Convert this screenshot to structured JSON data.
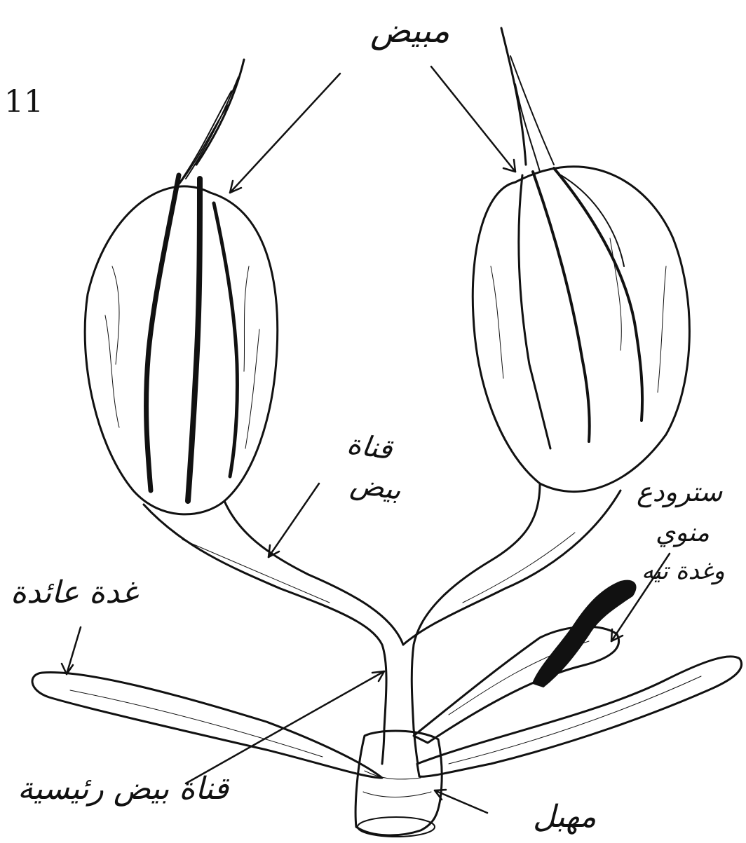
{
  "figure": {
    "panel_number": "11",
    "labels": {
      "ovary": "مبيض",
      "oviduct": "قناة بيض",
      "oviduct_line1": "قناة",
      "oviduct_line2": "بيض",
      "accessory_gland": "غدة عائدة",
      "spermatheca_line1": "سترودع",
      "spermatheca_line2": "منوي",
      "spermatheca_line3": "وغدة تيه",
      "common_oviduct": "قناة بيض رئيسية",
      "vagina": "مهبل"
    }
  },
  "colors": {
    "ink": "#111111",
    "paper": "#ffffff"
  }
}
